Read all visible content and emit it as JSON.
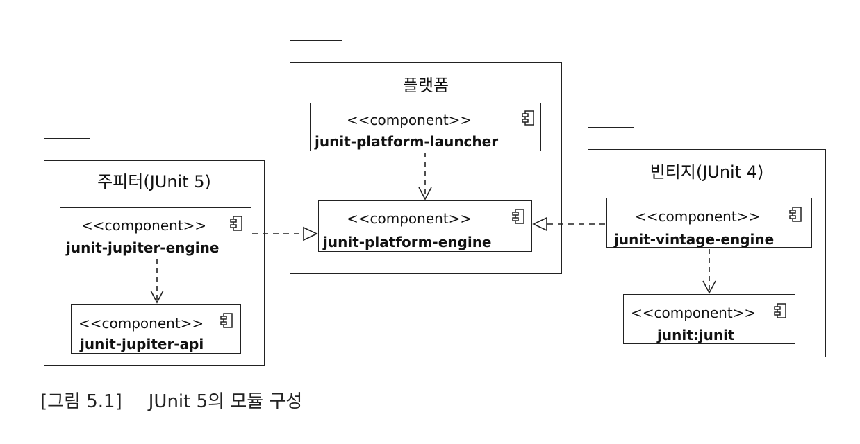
{
  "packages": {
    "jupiter": {
      "name": "주피터(JUnit 5)"
    },
    "platform": {
      "name": "플랫폼"
    },
    "vintage": {
      "name": "빈티지(JUnit 4)"
    }
  },
  "components": {
    "jupiter_engine": {
      "stereotype": "<<component>>",
      "name": "junit-jupiter-engine"
    },
    "jupiter_api": {
      "stereotype": "<<component>>",
      "name": "junit-jupiter-api"
    },
    "platform_launcher": {
      "stereotype": "<<component>>",
      "name": "junit-platform-launcher"
    },
    "platform_engine": {
      "stereotype": "<<component>>",
      "name": "junit-platform-engine"
    },
    "vintage_engine": {
      "stereotype": "<<component>>",
      "name": "junit-vintage-engine"
    },
    "junit": {
      "stereotype": "<<component>>",
      "name": "junit:junit"
    }
  },
  "caption": {
    "label": "[그림 5.1]",
    "text": "JUnit 5의 모듈 구성"
  }
}
